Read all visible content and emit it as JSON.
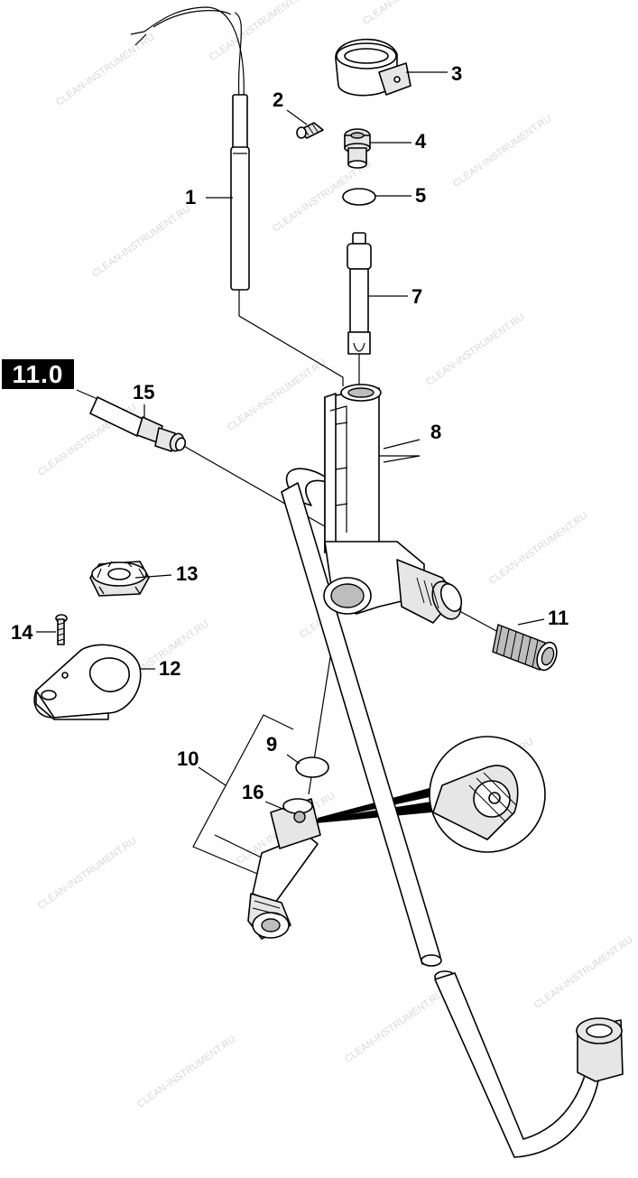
{
  "diagram": {
    "reference_badge": "11.0",
    "watermark": "CLEAN-INSTRUMENT.RU",
    "callouts": [
      {
        "id": "1",
        "label": "1"
      },
      {
        "id": "2",
        "label": "2"
      },
      {
        "id": "3",
        "label": "3"
      },
      {
        "id": "4",
        "label": "4"
      },
      {
        "id": "5",
        "label": "5"
      },
      {
        "id": "7",
        "label": "7"
      },
      {
        "id": "8",
        "label": "8"
      },
      {
        "id": "9",
        "label": "9"
      },
      {
        "id": "10",
        "label": "10"
      },
      {
        "id": "11",
        "label": "11"
      },
      {
        "id": "12",
        "label": "12"
      },
      {
        "id": "13",
        "label": "13"
      },
      {
        "id": "14",
        "label": "14"
      },
      {
        "id": "15",
        "label": "15"
      },
      {
        "id": "16",
        "label": "16"
      }
    ]
  }
}
